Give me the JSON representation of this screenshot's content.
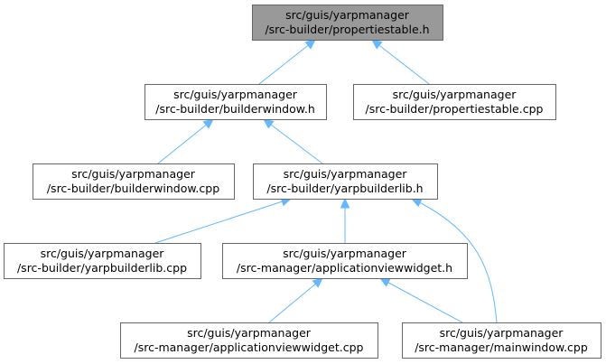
{
  "graph": {
    "nodes": [
      {
        "id": "propertiestable_h",
        "line1": "src/guis/yarpmanager",
        "line2": "/src-builder/propertiestable.h",
        "root": true
      },
      {
        "id": "builderwindow_h",
        "line1": "src/guis/yarpmanager",
        "line2": "/src-builder/builderwindow.h",
        "root": false
      },
      {
        "id": "propertiestable_cpp",
        "line1": "src/guis/yarpmanager",
        "line2": "/src-builder/propertiestable.cpp",
        "root": false
      },
      {
        "id": "builderwindow_cpp",
        "line1": "src/guis/yarpmanager",
        "line2": "/src-builder/builderwindow.cpp",
        "root": false
      },
      {
        "id": "yarpbuilderlib_h",
        "line1": "src/guis/yarpmanager",
        "line2": "/src-builder/yarpbuilderlib.h",
        "root": false
      },
      {
        "id": "yarpbuilderlib_cpp",
        "line1": "src/guis/yarpmanager",
        "line2": "/src-builder/yarpbuilderlib.cpp",
        "root": false
      },
      {
        "id": "applicationviewwidget_h",
        "line1": "src/guis/yarpmanager",
        "line2": "/src-manager/applicationviewwidget.h",
        "root": false
      },
      {
        "id": "applicationviewwidget_cpp",
        "line1": "src/guis/yarpmanager",
        "line2": "/src-manager/applicationviewwidget.cpp",
        "root": false
      },
      {
        "id": "mainwindow_cpp",
        "line1": "src/guis/yarpmanager",
        "line2": "/src-manager/mainwindow.cpp",
        "root": false
      }
    ],
    "edges": [
      {
        "from": "builderwindow_h",
        "to": "propertiestable_h"
      },
      {
        "from": "propertiestable_cpp",
        "to": "propertiestable_h"
      },
      {
        "from": "builderwindow_cpp",
        "to": "builderwindow_h"
      },
      {
        "from": "yarpbuilderlib_h",
        "to": "builderwindow_h"
      },
      {
        "from": "yarpbuilderlib_cpp",
        "to": "yarpbuilderlib_h"
      },
      {
        "from": "applicationviewwidget_h",
        "to": "yarpbuilderlib_h"
      },
      {
        "from": "mainwindow_cpp",
        "to": "yarpbuilderlib_h"
      },
      {
        "from": "applicationviewwidget_cpp",
        "to": "applicationviewwidget_h"
      },
      {
        "from": "mainwindow_cpp",
        "to": "applicationviewwidget_h"
      }
    ],
    "colors": {
      "root_fill": "#999999",
      "node_fill": "#ffffff",
      "node_border": "#666666",
      "edge": "#63b8ff",
      "text": "#000000"
    }
  }
}
